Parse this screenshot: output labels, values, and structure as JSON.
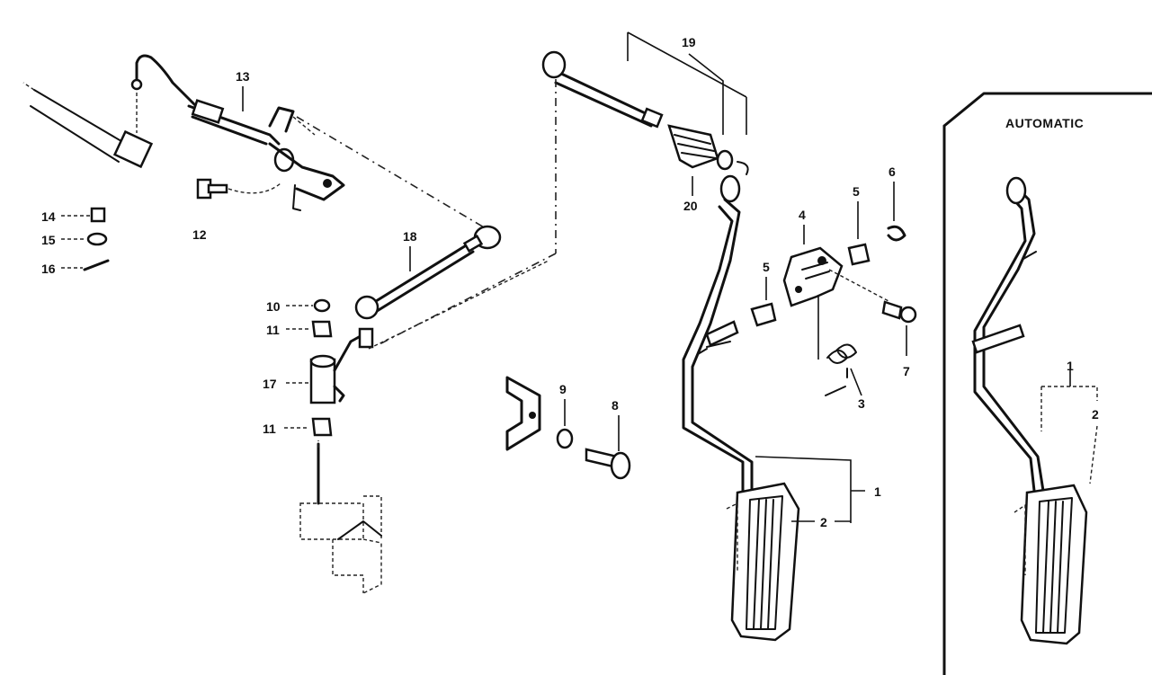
{
  "inset": {
    "title": "AUTOMATIC"
  },
  "callouts": {
    "c1": "1",
    "c2": "2",
    "c3": "3",
    "c4": "4",
    "c5": "5",
    "c6": "6",
    "c7": "7",
    "c8": "8",
    "c9": "9",
    "c10": "10",
    "c11": "11",
    "c12": "12",
    "c13": "13",
    "c14": "14",
    "c15": "15",
    "c16": "16",
    "c17": "17",
    "c18": "18",
    "c19": "19",
    "c20": "20"
  },
  "inset_callouts": {
    "c1": "1",
    "c2": "2"
  }
}
